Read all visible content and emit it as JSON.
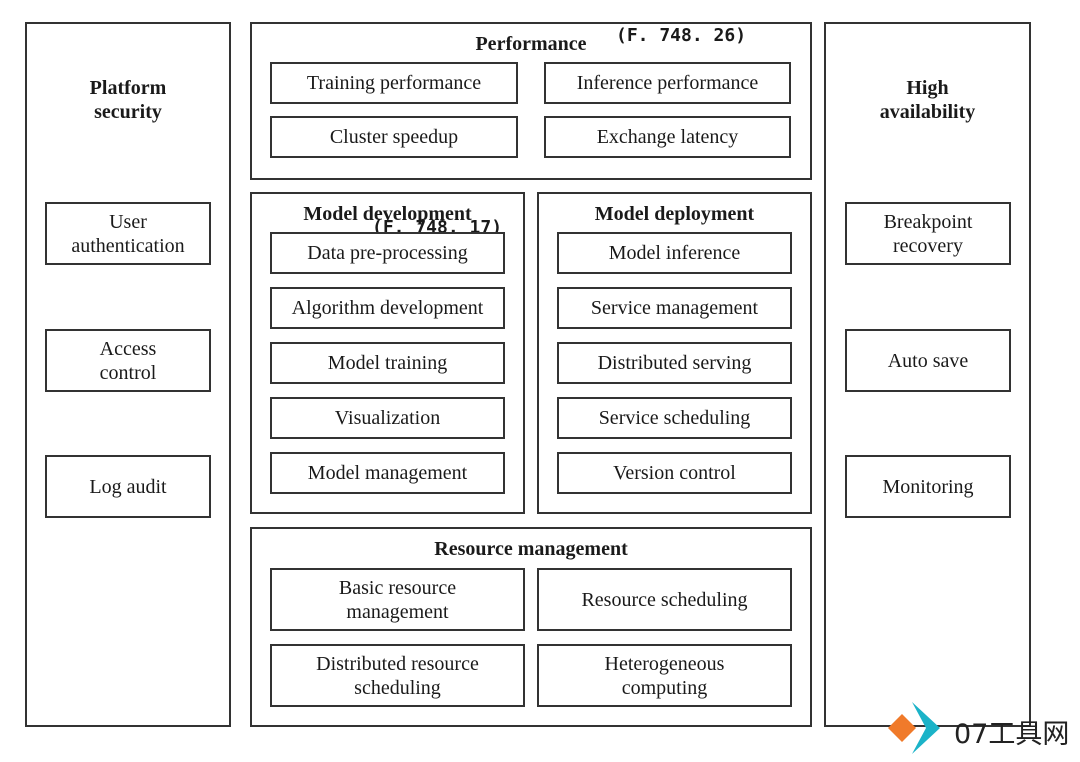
{
  "platform_security": {
    "title": "Platform\nsecurity",
    "items": [
      "User\nauthentication",
      "Access\ncontrol",
      "Log audit"
    ]
  },
  "performance": {
    "title": "Performance",
    "ref": "(F. 748. 26)",
    "items": [
      "Training performance",
      "Inference performance",
      "Cluster speedup",
      "Exchange latency"
    ]
  },
  "model_development": {
    "title": "Model development",
    "ref": "(F. 748. 17)",
    "items": [
      "Data pre-processing",
      "Algorithm development",
      "Model training",
      "Visualization",
      "Model management"
    ]
  },
  "model_deployment": {
    "title": "Model deployment",
    "items": [
      "Model inference",
      "Service management",
      "Distributed serving",
      "Service scheduling",
      "Version control"
    ]
  },
  "resource_management": {
    "title": "Resource management",
    "items": [
      "Basic resource\nmanagement",
      "Resource scheduling",
      "Distributed resource\nscheduling",
      "Heterogeneous\ncomputing"
    ]
  },
  "high_availability": {
    "title": "High\navailability",
    "items": [
      "Breakpoint\nrecovery",
      "Auto save",
      "Monitoring"
    ]
  },
  "watermark": {
    "text": "07工具网",
    "colors": {
      "orange": "#f07a2a",
      "teal": "#1bb3c8"
    }
  }
}
